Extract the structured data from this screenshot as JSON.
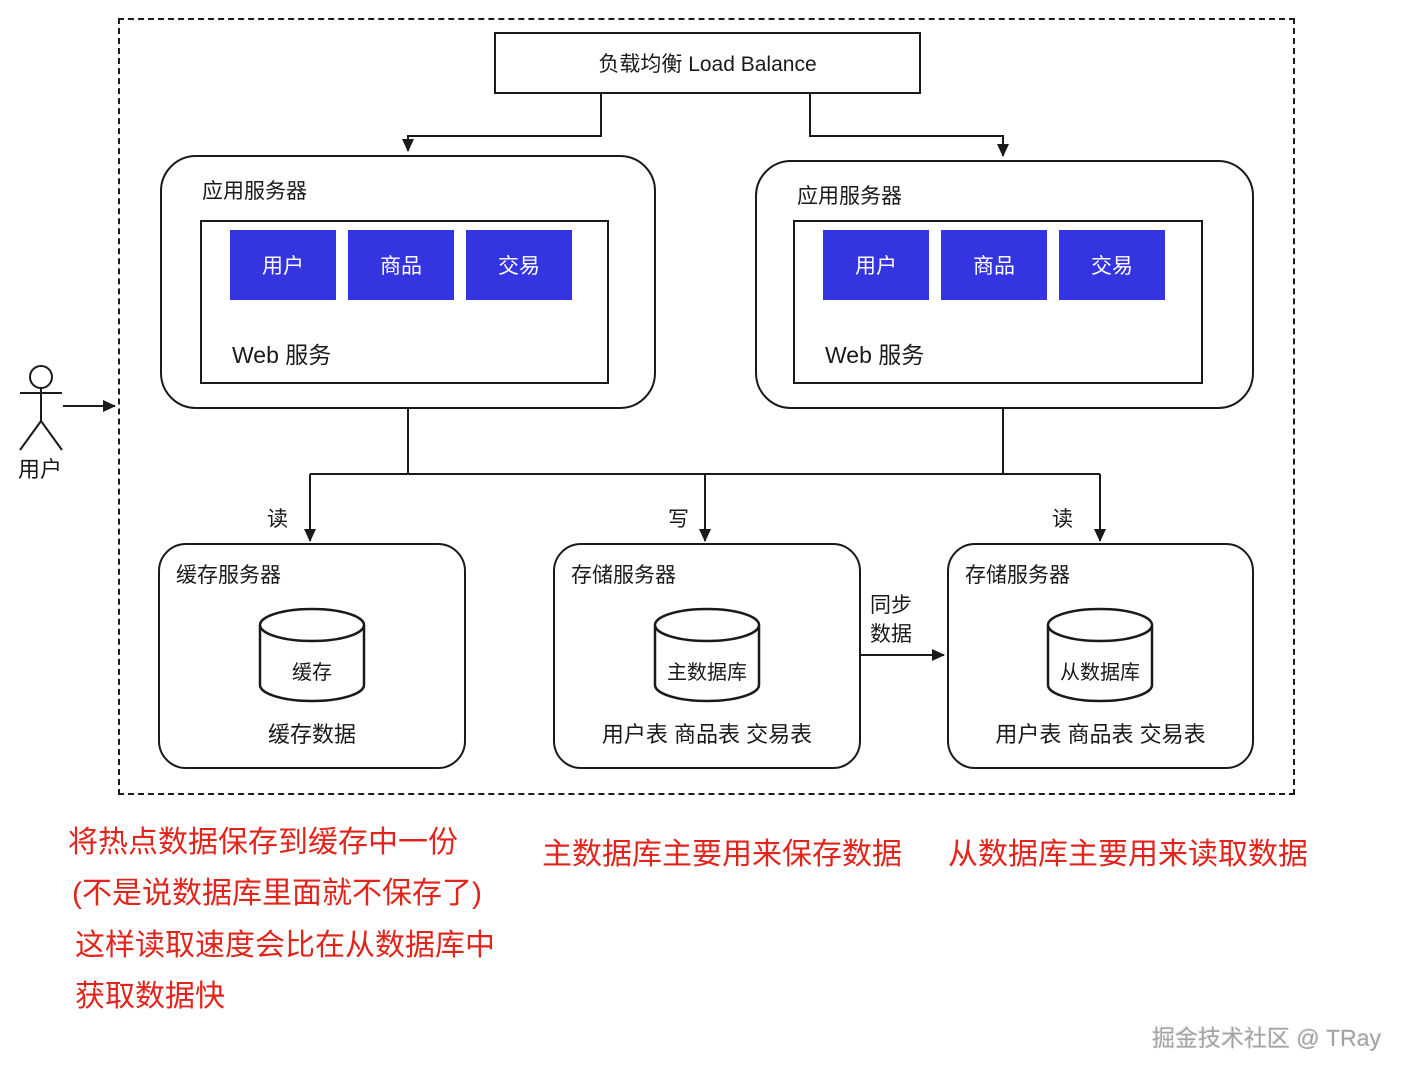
{
  "diagram": {
    "load_balancer_label": "负载均衡 Load Balance",
    "user_label": "用户",
    "app_servers": [
      {
        "title": "应用服务器",
        "modules": [
          "用户",
          "商品",
          "交易"
        ],
        "web_label": "Web 服务"
      },
      {
        "title": "应用服务器",
        "modules": [
          "用户",
          "商品",
          "交易"
        ],
        "web_label": "Web 服务"
      }
    ],
    "cache_server": {
      "title": "缓存服务器",
      "cylinder": "缓存",
      "caption": "缓存数据"
    },
    "master_server": {
      "title": "存储服务器",
      "cylinder": "主数据库",
      "caption": "用户表 商品表 交易表"
    },
    "slave_server": {
      "title": "存储服务器",
      "cylinder": "从数据库",
      "caption": "用户表 商品表 交易表"
    },
    "edges": {
      "read_left": "读",
      "write": "写",
      "read_right": "读",
      "sync_line1": "同步",
      "sync_line2": "数据"
    }
  },
  "annotations": {
    "left_lines": [
      "将热点数据保存到缓存中一份",
      "(不是说数据库里面就不保存了)",
      "这样读取速度会比在从数据库中",
      "获取数据快"
    ],
    "master_note": "主数据库主要用来保存数据",
    "slave_note": "从数据库主要用来读取数据"
  },
  "watermark": "掘金技术社区 @ TRay",
  "colors": {
    "module_blue": "#3434e0",
    "annotation_red": "#e1251c",
    "line_black": "#1a1a1a",
    "watermark_gray": "#a3a3a3"
  }
}
